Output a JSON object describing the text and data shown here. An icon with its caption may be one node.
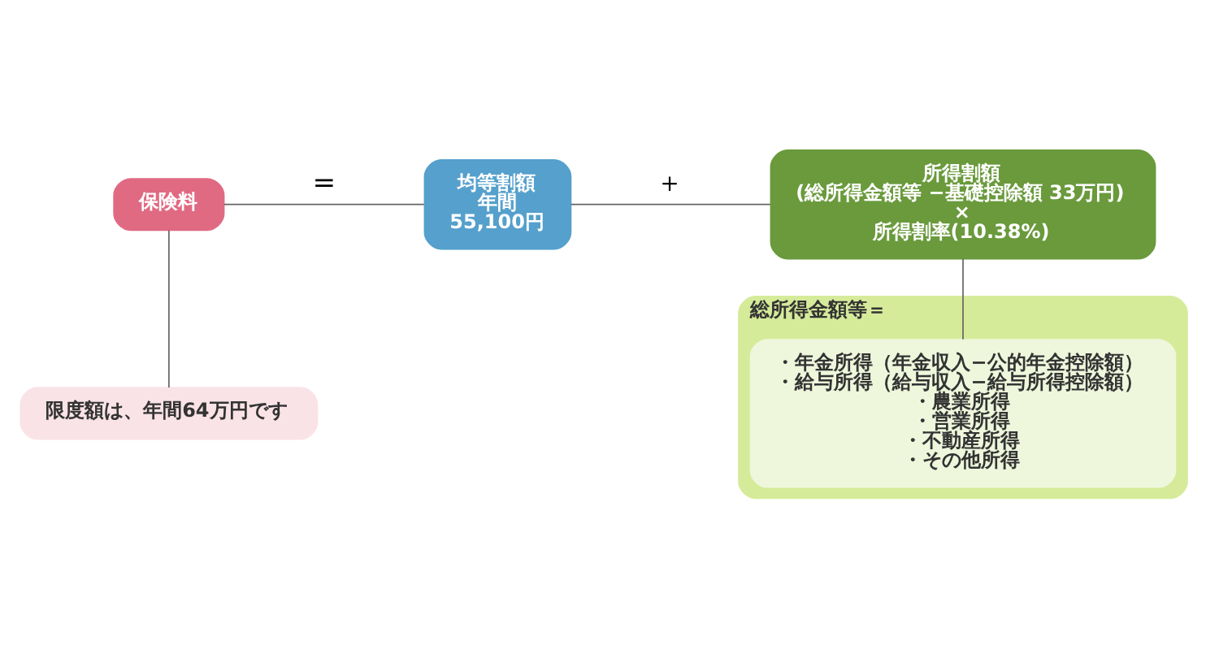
{
  "diagram": {
    "nodes": [
      {
        "text": [
          "保険料"
        ]
      },
      {
        "text": [
          "限度額は、年間64万円です"
        ]
      },
      {
        "text": [
          "均等割額",
          "年間",
          "55,100円"
        ]
      },
      {
        "text": [
          "所得割額",
          "(総所得金額等 −基礎控除額 33万円)",
          "×",
          "所得割率(10.38%)"
        ]
      },
      {
        "text": [
          "総所得金額等＝"
        ]
      },
      {
        "text": [
          "・年金所得（年金収入−公的年金控除額）",
          "・給与所得（給与収入−給与所得控除額）",
          "・農業所得",
          "・営業所得",
          "・不動産所得",
          "・その他所得"
        ],
        "in": 4
      }
    ],
    "edges": [
      {
        "from": 0,
        "to": 2,
        "arrow": "none",
        "label": "="
      },
      {
        "from": 2,
        "to": 3,
        "arrow": "none",
        "label": "＋"
      },
      {
        "from": 0,
        "to": 1,
        "arrow": "none"
      },
      {
        "from": 3,
        "to": 5,
        "arrow": "none"
      }
    ]
  }
}
